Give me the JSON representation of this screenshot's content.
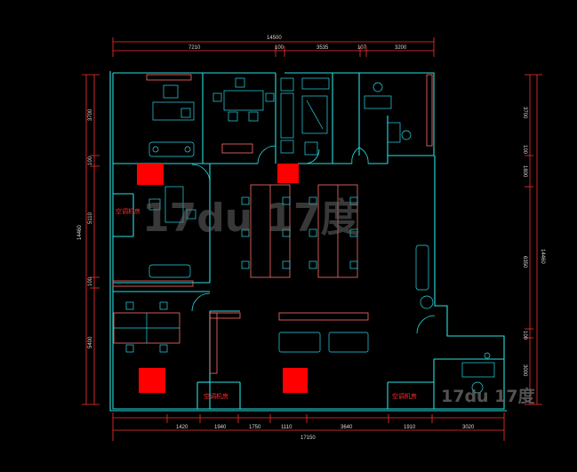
{
  "colors": {
    "background": "#000000",
    "wall": "#29e0e0",
    "furniture": "#2ad8e8",
    "dimension_line": "#ff3030",
    "dimension_text": "#d8d8d8",
    "column": "#ff0000",
    "room_label": "#ff2a2a",
    "watermark": "#666666"
  },
  "dimensions": {
    "top_overall": "14500",
    "top_segments": [
      "7210",
      "100",
      "3535",
      "107",
      "3200"
    ],
    "left_overall": "14460",
    "left_segments": [
      "3700",
      "100",
      "5110",
      "100",
      "5400"
    ],
    "right_overall": "14460",
    "right_segments": [
      "3700",
      "100",
      "1800",
      "6350",
      "100",
      "3000"
    ],
    "bottom_overall": "17150",
    "bottom_segments": [
      "1420",
      "1940",
      "1750",
      "1110",
      "3640",
      "1910",
      "3020"
    ]
  },
  "room_labels": {
    "left_room_label": "空调机房",
    "bottom_left_label": "空调机房",
    "bottom_right_label": "空调机房"
  },
  "watermark": {
    "center_text": "17du 17度",
    "corner_text": "17du 17度"
  }
}
